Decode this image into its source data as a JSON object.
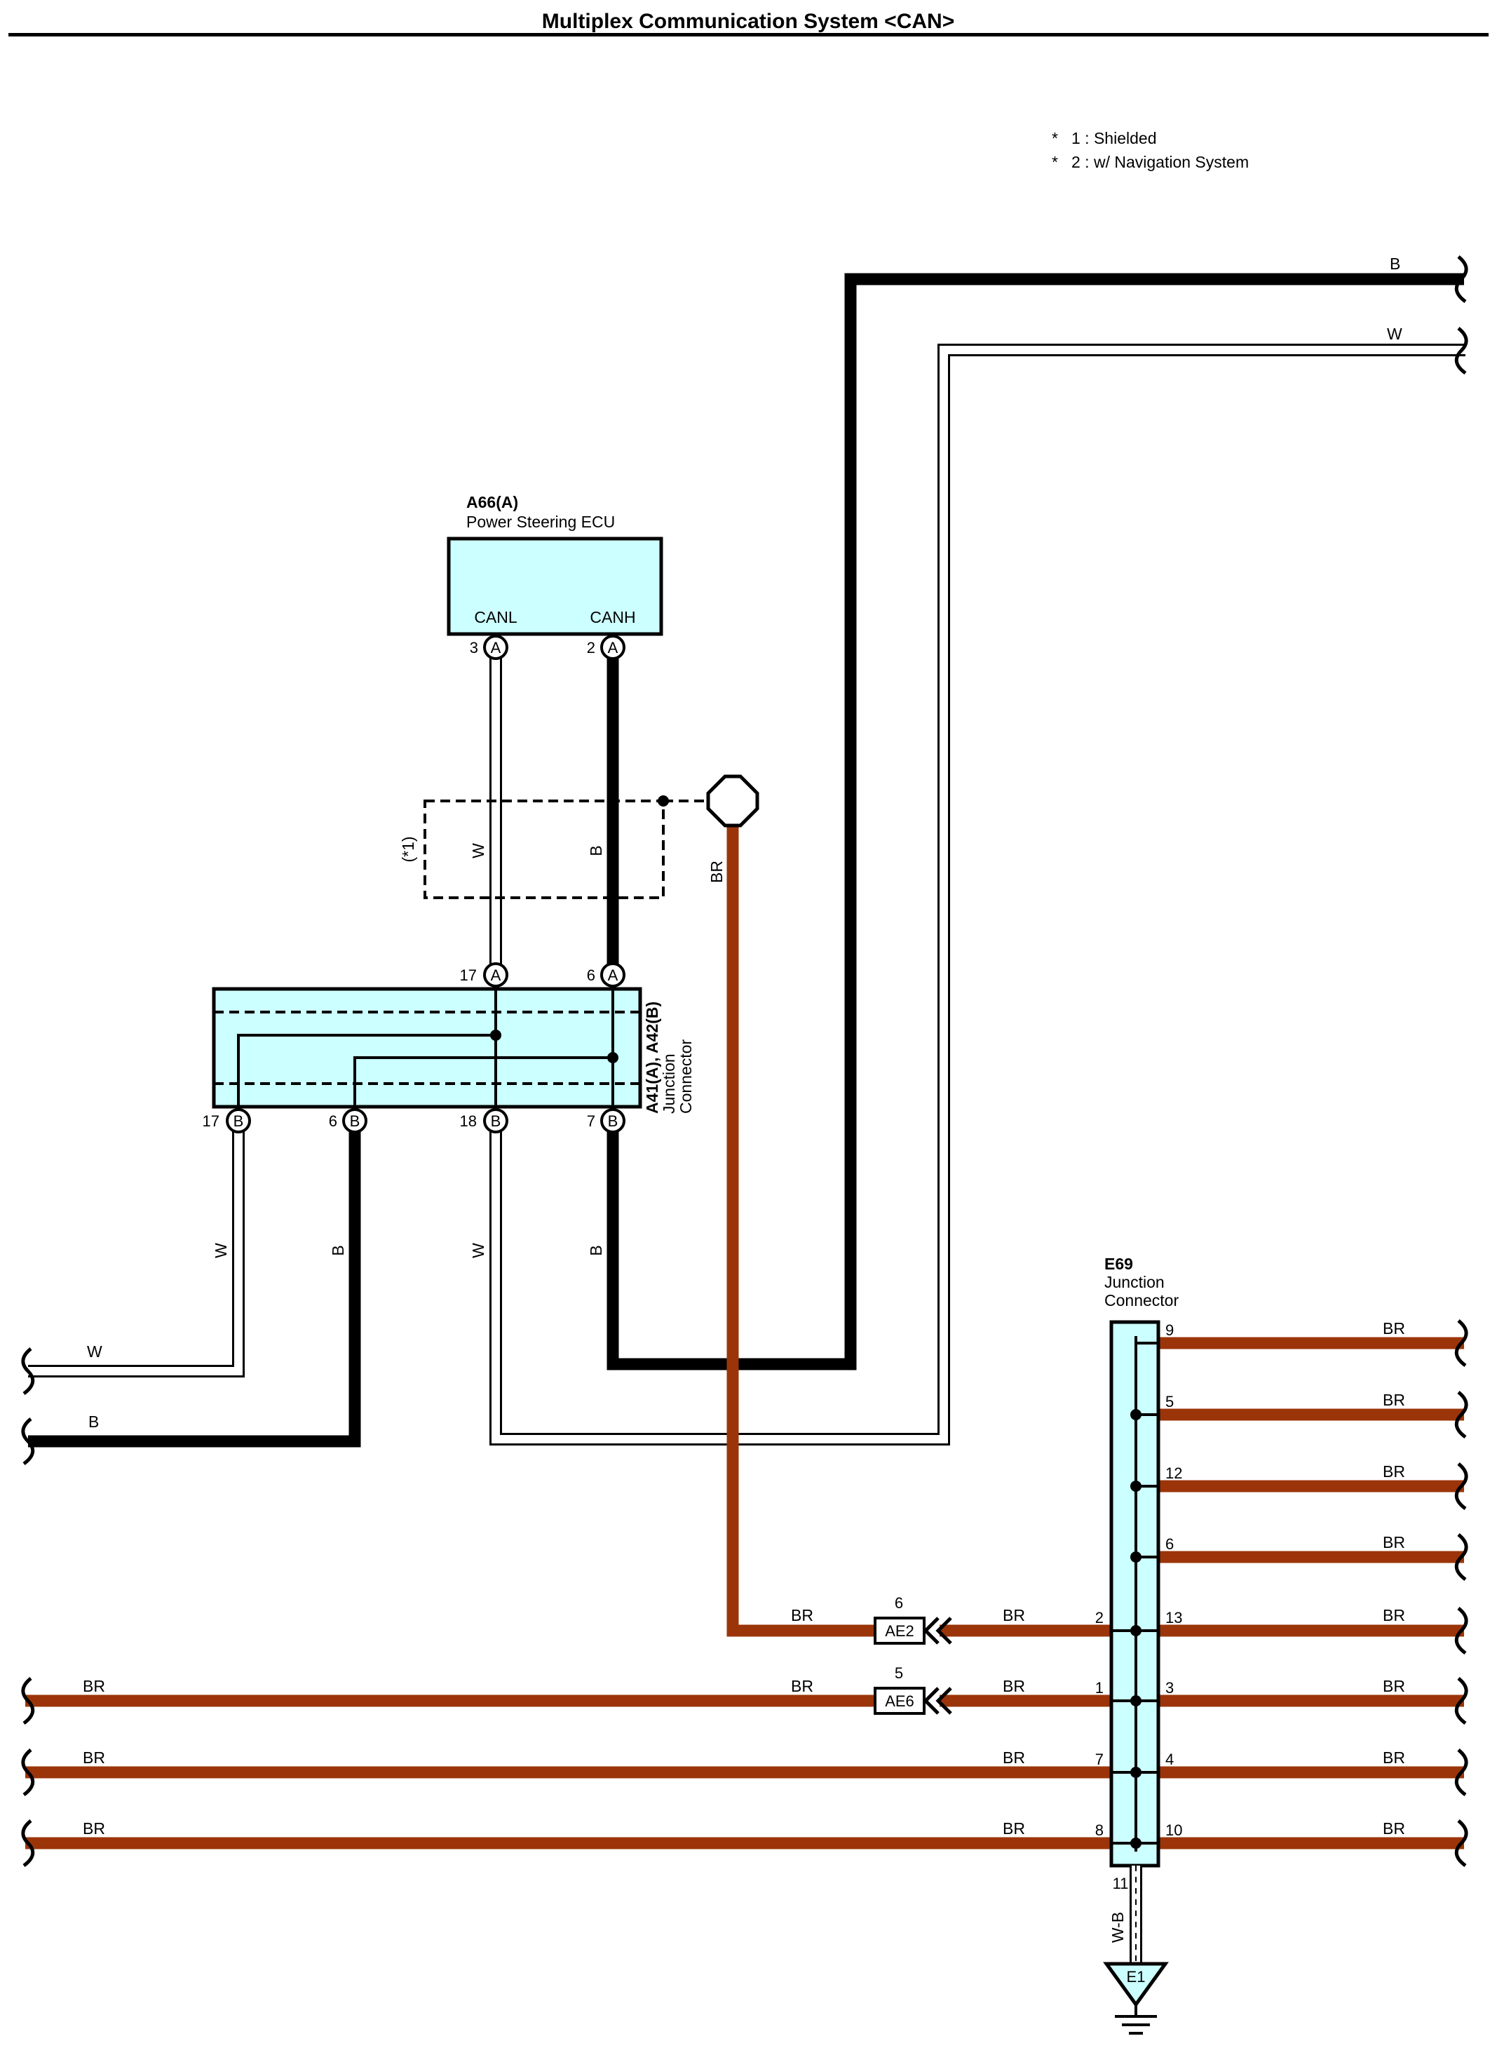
{
  "title": "Multiplex Communication System <CAN>",
  "notes": [
    "1 : Shielded",
    "2 : w/ Navigation System"
  ],
  "ecu": {
    "code": "A66(A)",
    "name": "Power Steering ECU",
    "canl_label": "CANL",
    "canh_label": "CANH",
    "pin_canl": "3",
    "pin_canh": "2",
    "pin_letter": "A"
  },
  "shield": {
    "note": "(*1)"
  },
  "junction_a41": {
    "code": "A41(A), A42(B)",
    "line1": "Junction",
    "line2": "Connector",
    "top_pins": [
      "17",
      "6"
    ],
    "bottom_pins": [
      "17",
      "6",
      "18",
      "7"
    ],
    "top_letter": "A",
    "bottom_letter": "B"
  },
  "junction_e69": {
    "code": "E69",
    "line1": "Junction",
    "line2": "Connector",
    "right_pins": [
      "9",
      "5",
      "12",
      "6",
      "13",
      "3",
      "4",
      "10"
    ],
    "left_pins": [
      "2",
      "1",
      "7",
      "8"
    ],
    "bottom_pin": "11"
  },
  "splices": [
    {
      "code": "AE2",
      "pin": "6"
    },
    {
      "code": "AE6",
      "pin": "5"
    }
  ],
  "ground": {
    "code": "E1",
    "wire": "W-B"
  },
  "wire_colors": {
    "B": "B",
    "W": "W",
    "BR": "BR"
  },
  "colors": {
    "br_wire": "#9B3509",
    "connector_fill": "#CCFFFF",
    "black_wire": "#000000",
    "white_wire": "#FFFFFF"
  }
}
